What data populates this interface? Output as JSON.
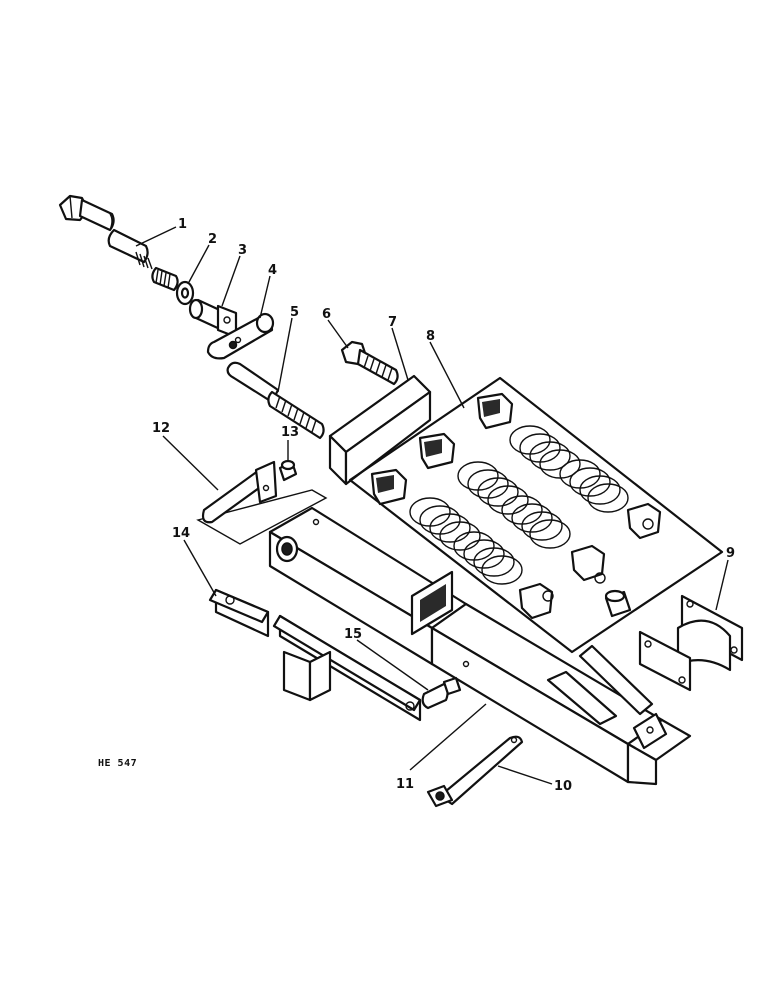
{
  "callouts": [
    {
      "id": "1",
      "label": "1"
    },
    {
      "id": "2",
      "label": "2"
    },
    {
      "id": "3",
      "label": "3"
    },
    {
      "id": "4",
      "label": "4"
    },
    {
      "id": "5",
      "label": "5"
    },
    {
      "id": "6",
      "label": "6"
    },
    {
      "id": "7",
      "label": "7"
    },
    {
      "id": "8",
      "label": "8"
    },
    {
      "id": "9",
      "label": "9"
    },
    {
      "id": "10",
      "label": "10"
    },
    {
      "id": "11",
      "label": "11"
    },
    {
      "id": "12",
      "label": "12"
    },
    {
      "id": "13",
      "label": "13"
    },
    {
      "id": "14",
      "label": "14"
    },
    {
      "id": "15",
      "label": "15"
    }
  ],
  "reference_code": "HE 547"
}
